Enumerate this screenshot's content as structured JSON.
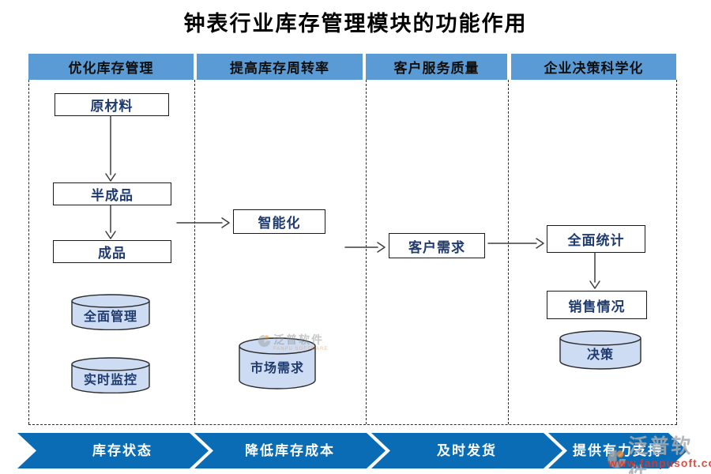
{
  "title": "钟表行业库存管理模块的功能作用",
  "columns": [
    {
      "header": "优化库存管理"
    },
    {
      "header": "提高库存周转率"
    },
    {
      "header": "客户服务质量"
    },
    {
      "header": "企业决策科学化"
    }
  ],
  "nodes": {
    "raw_material": "原材料",
    "semi_finished": "半成品",
    "finished_goods": "成品",
    "full_management": "全面管理",
    "realtime_monitoring": "实时监控",
    "intelligence": "智能化",
    "market_demand": "市场需求",
    "customer_demand": "客户需求",
    "full_statistics": "全面统计",
    "sales_status": "销售情况",
    "decision": "决策"
  },
  "banner": {
    "items": [
      "库存状态",
      "降低库存成本",
      "及时发货",
      "提供有力支持"
    ]
  },
  "watermark": {
    "brand": "泛普软件",
    "brand_en": "FANPU SOFTWARE",
    "url": "www.fanpusoft.com"
  },
  "colors": {
    "header_bg": "#5B9BD5",
    "banner_bg": "#0A6CB5",
    "cylinder_fill": "#CDDCF2",
    "node_text": "#1F3A6E"
  }
}
